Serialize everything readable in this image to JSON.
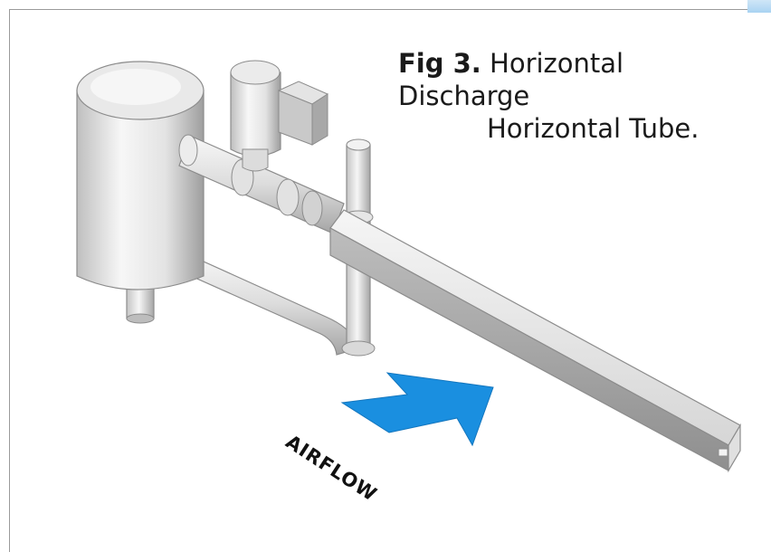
{
  "title": {
    "fig_label": "Fig 3.",
    "line1": "Horizontal Discharge",
    "line2": "Horizontal Tube."
  },
  "airflow_label": "AIRFLOW",
  "colors": {
    "arrow": "#1a8fe0",
    "metal_light": "#f4f4f4",
    "metal_mid": "#d8d8d8",
    "metal_dark": "#a9a9a9",
    "outline": "#8c8c8c"
  }
}
